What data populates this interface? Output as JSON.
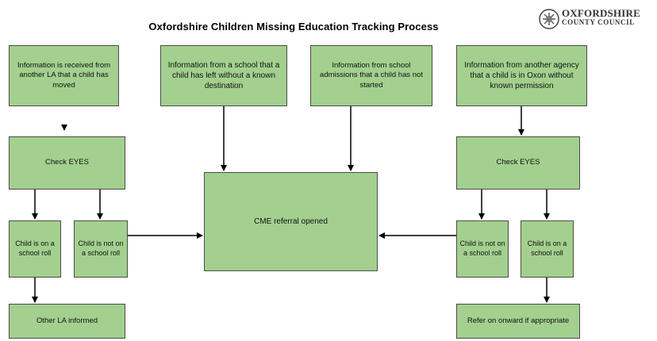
{
  "title": "Oxfordshire Children Missing Education Tracking Process",
  "logo": {
    "line1": "OXFORDSHIRE",
    "line2": "COUNTY COUNCIL"
  },
  "boxes": {
    "info_la": "Information is received from another LA that a child has moved",
    "info_school": "Information from a school that a child has left without a known destination",
    "info_admissions": "Information from school admissions that a child has not started",
    "info_agency": "Information from another agency that a child is in Oxon without known permission",
    "check_left": "Check EYES",
    "check_right": "Check EYES",
    "cme_referral": "CME referral opened",
    "on_roll_left": "Child is on a school roll",
    "not_on_roll_left": "Child is not on a school roll",
    "not_on_roll_right": "Child is not on a school roll",
    "on_roll_right": "Child is on a school roll",
    "other_la": "Other LA informed",
    "refer_onward": "Refer on onward if appropriate"
  },
  "colors": {
    "box_fill": "#a3d08e",
    "box_border": "#4b4b4b",
    "arrow": "#000000"
  }
}
